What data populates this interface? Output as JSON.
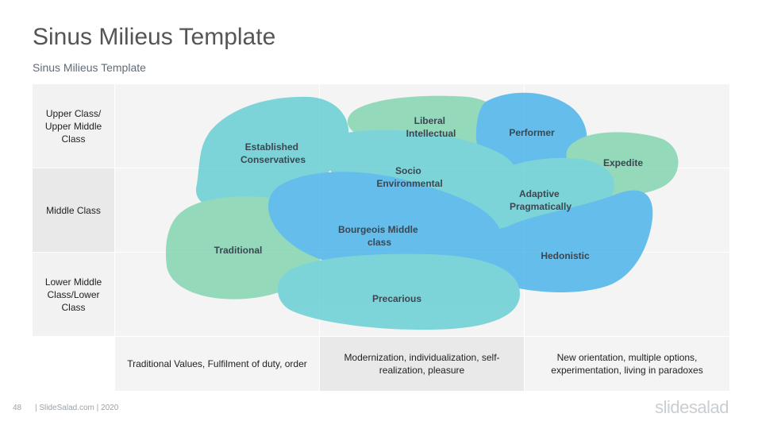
{
  "title": "Sinus Milieus Template",
  "subtitle": "Sinus Milieus Template",
  "rows": [
    "Upper Class/ Upper Middle Class",
    "Middle Class",
    "Lower Middle Class/Lower Class"
  ],
  "columns": [
    "Traditional Values, Fulfilment of duty, order",
    "Modernization, individualization, self-realization, pleasure",
    "New orientation, multiple options, experimentation, living in paradoxes"
  ],
  "milieus": {
    "established": [
      "Established",
      "Conservatives"
    ],
    "liberal": [
      "Liberal",
      "Intellectual"
    ],
    "performer": [
      "Performer"
    ],
    "expedite": [
      "Expedite"
    ],
    "socio": [
      "Socio",
      "Environmental"
    ],
    "adaptive": [
      "Adaptive",
      "Pragmatically"
    ],
    "traditional": [
      "Traditional"
    ],
    "bourgeois": [
      "Bourgeois Middle",
      "class"
    ],
    "hedonistic": [
      "Hedonistic"
    ],
    "precarious": [
      "Precarious"
    ]
  },
  "colors": {
    "teal": "#4fc9d0",
    "green": "#6fd0a5",
    "blue": "#2ea8e8",
    "cell_light": "#f4f4f4",
    "cell_dark": "#e9e9e9"
  },
  "footer": {
    "page_number": "48",
    "source": "| SlideSalad.com | 2020",
    "logo": "slidesalad"
  }
}
